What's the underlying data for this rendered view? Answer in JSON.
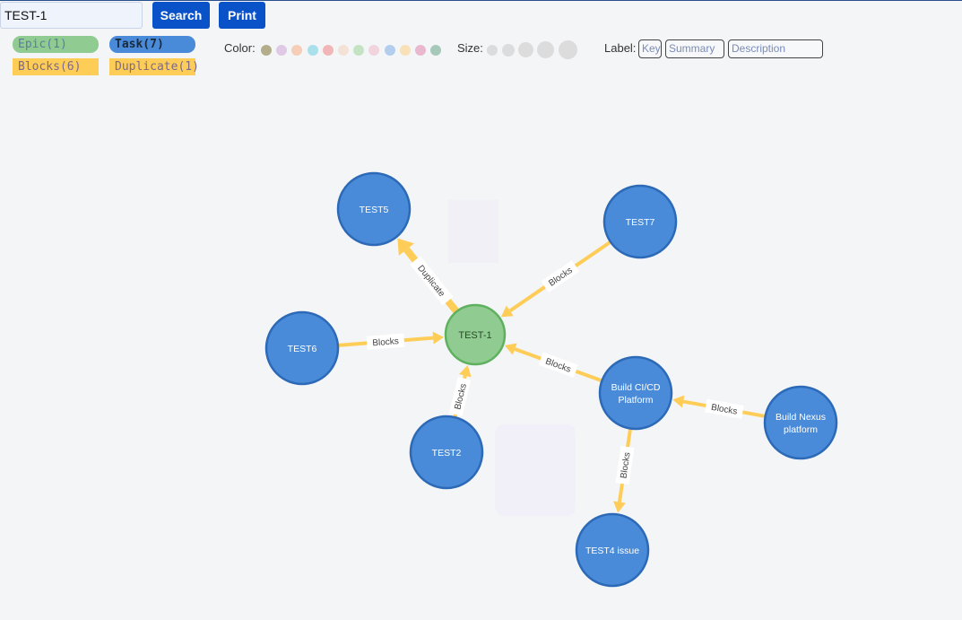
{
  "search": {
    "value": "TEST-1",
    "button_label": "Search",
    "print_label": "Print"
  },
  "legend": {
    "epic": "Epic(1)",
    "task": "Task(7)",
    "blocks": "Blocks(6)",
    "duplicate": "Duplicate(1)"
  },
  "controls": {
    "color_label": "Color:",
    "size_label": "Size:",
    "label_label": "Label:",
    "label_buttons": [
      "Key",
      "Summary",
      "Description"
    ],
    "palette": [
      "#b3ad8b",
      "#dfc9e4",
      "#f6cdb7",
      "#aadfec",
      "#f2b6b9",
      "#f3e2d6",
      "#c3e3c3",
      "#f2d4dc",
      "#b3cdee",
      "#f8e1b8",
      "#e9b8cf",
      "#a6c9bb"
    ],
    "sizes": [
      "#dcdcdc",
      "#dcdcdc",
      "#dcdcdc",
      "#dcdcdc",
      "#dcdcdc"
    ]
  },
  "colors": {
    "task_fill": "#4a8bd9",
    "task_stroke": "#2c6ab7",
    "epic_fill": "#90cc91",
    "epic_stroke": "#5fb05f",
    "edge": "#fecd58"
  },
  "graph": {
    "nodes": [
      {
        "id": "root",
        "type": "epic",
        "lines": [
          "TEST-1"
        ]
      },
      {
        "id": "t5",
        "type": "task",
        "lines": [
          "TEST5"
        ]
      },
      {
        "id": "t7",
        "type": "task",
        "lines": [
          "TEST7"
        ]
      },
      {
        "id": "t6",
        "type": "task",
        "lines": [
          "TEST6"
        ]
      },
      {
        "id": "t2",
        "type": "task",
        "lines": [
          "TEST2"
        ]
      },
      {
        "id": "ci",
        "type": "task",
        "lines": [
          "Build CI/CD",
          "Platform"
        ]
      },
      {
        "id": "nx",
        "type": "task",
        "lines": [
          "Build Nexus",
          "platform"
        ]
      },
      {
        "id": "t4",
        "type": "task",
        "lines": [
          "TEST4 issue"
        ]
      }
    ],
    "edges": [
      {
        "from": "root",
        "to": "t5",
        "label": "Duplicate"
      },
      {
        "from": "t7",
        "to": "root",
        "label": "Blocks"
      },
      {
        "from": "t6",
        "to": "root",
        "label": "Blocks"
      },
      {
        "from": "t2",
        "to": "root",
        "label": "Blocks"
      },
      {
        "from": "ci",
        "to": "root",
        "label": "Blocks"
      },
      {
        "from": "nx",
        "to": "ci",
        "label": "Blocks"
      },
      {
        "from": "ci",
        "to": "t4",
        "label": "Blocks"
      }
    ]
  }
}
